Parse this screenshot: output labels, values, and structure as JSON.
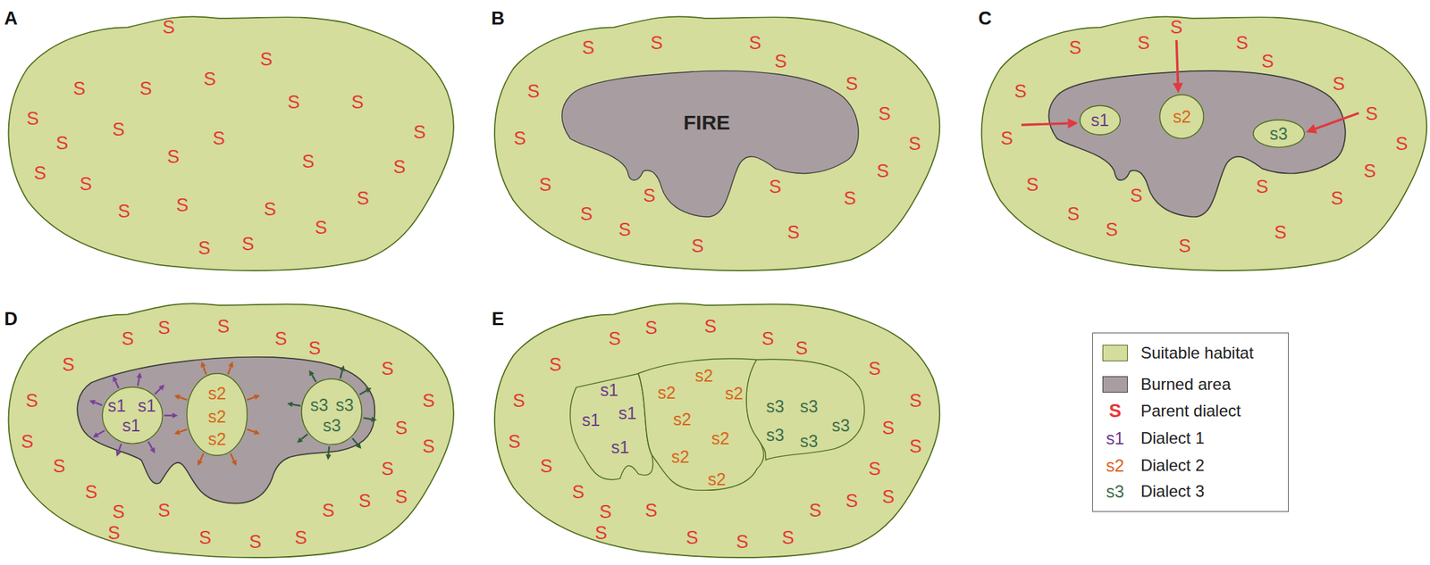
{
  "diagram": {
    "nodes": [
      {
        "text": [
          "FIRE"
        ]
      },
      {
        "text": [
          "s1"
        ]
      },
      {
        "text": [
          "s2"
        ]
      },
      {
        "text": [
          "s3"
        ]
      },
      {
        "text": [
          "s1",
          "s1",
          "s1"
        ]
      },
      {
        "text": [
          "s2",
          "s2",
          "s2"
        ]
      },
      {
        "text": [
          "s3",
          "s3",
          "s3"
        ]
      },
      {
        "text": [
          "s1",
          "s1",
          "s1",
          "s1"
        ]
      },
      {
        "text": [
          "s2",
          "s2",
          "s2",
          "s2",
          "s2",
          "s2",
          "s2"
        ]
      },
      {
        "text": [
          "s3",
          "s3",
          "s3",
          "s3",
          "s3"
        ]
      }
    ],
    "labels": [
      "A",
      "S",
      "S",
      "S",
      "S",
      "S",
      "S",
      "S",
      "S",
      "S",
      "S",
      "S",
      "S",
      "S",
      "S",
      "S",
      "S",
      "S",
      "S",
      "S",
      "S",
      "S",
      "S",
      "S",
      "S",
      "B",
      "S",
      "S",
      "S",
      "S",
      "S",
      "S",
      "S",
      "S",
      "S",
      "S",
      "S",
      "S",
      "S",
      "S",
      "S",
      "S",
      "S",
      "S",
      "C",
      "S",
      "S",
      "S",
      "S",
      "S",
      "S",
      "S",
      "S",
      "S",
      "S",
      "S",
      "S",
      "S",
      "S",
      "S",
      "S",
      "S",
      "S",
      "S",
      "D",
      "S",
      "S",
      "S",
      "S",
      "S",
      "S",
      "S",
      "S",
      "S",
      "S",
      "S",
      "S",
      "S",
      "S",
      "S",
      "S",
      "S",
      "S",
      "S",
      "S",
      "S",
      "S",
      "S",
      "S",
      "E",
      "S",
      "S",
      "S",
      "S",
      "S",
      "S",
      "S",
      "S",
      "S",
      "S",
      "S",
      "S",
      "S",
      "S",
      "S",
      "S",
      "S",
      "S",
      "S",
      "S",
      "S",
      "S",
      "S",
      "S",
      "S",
      "s1",
      "s2",
      "s3"
    ],
    "legend": [
      {
        "text": "Suitable habitat",
        "color": "#d4dd9b"
      },
      {
        "text": "Burned area",
        "color": "#a89da0"
      },
      {
        "text": "Parent dialect"
      },
      {
        "text": "Dialect 1"
      },
      {
        "text": "Dialect 2"
      },
      {
        "text": "Dialect 3"
      }
    ]
  }
}
